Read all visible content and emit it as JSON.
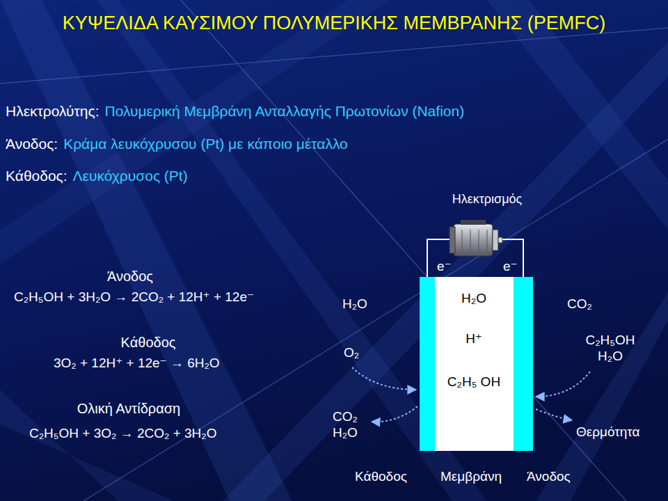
{
  "diagram": {
    "title": "ΚΥΨΕΛΙΔΑ ΚΑΥΣΙΜΟΥ ΠΟΛΥΜΕΡΙΚΗΣ ΜΕΜΒΡΑΝΗΣ (PEMFC)",
    "nodes": [
      {
        "text": [
          "Κάθοδος"
        ]
      },
      {
        "text": [
          "H₂O",
          "H⁺",
          "C₂H₅ OH",
          "Μεμβράνη"
        ]
      },
      {
        "text": [
          "Άνοδος"
        ]
      },
      {
        "text": [
          "Ηλεκτρισμός"
        ]
      }
    ],
    "edges": [
      {
        "from": 3,
        "to": 0,
        "label": "e⁻",
        "arrow": "none"
      },
      {
        "from": 3,
        "to": 2,
        "label": "e⁻",
        "arrow": "none"
      }
    ],
    "labels": [
      "Ηλεκτρολύτης:",
      "Πολυμερική Μεμβράνη Ανταλλαγής Πρωτονίων (Nafion)",
      "Άνοδος:",
      "Κράμα λευκόχρυσου (Pt) με κάποιο μέταλλο",
      "Κάθοδος:",
      "Λευκόχρυσος (Pt)",
      "Άνοδος",
      "C₂H₅OH + 3H₂O → 2CO₂ + 12H⁺ + 12e⁻",
      "Κάθοδος",
      "3O₂ + 12H⁺ + 12e⁻ → 6H₂O",
      "Ολική Αντίδραση",
      "C₂H₅OH + 3O₂ → 2CO₂ + 3H₂O",
      "H₂O",
      "O₂",
      "CO₂ H₂O",
      "CO₂",
      "C₂H₅OH H₂O",
      "Θερμότητα"
    ]
  }
}
